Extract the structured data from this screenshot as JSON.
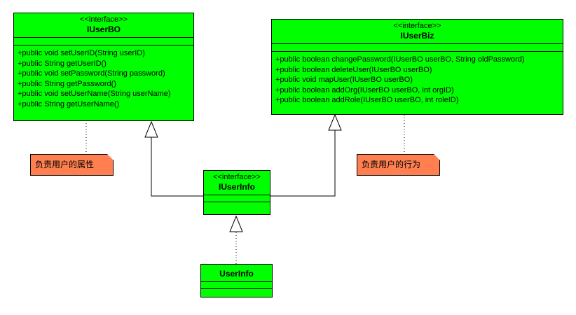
{
  "iuserbo": {
    "stereotype": "<<interface>>",
    "name": "IUserBO",
    "operations": [
      "+public void setUserID(String userID)",
      "+public String getUserID()",
      "+public void setPassword(String password)",
      "+public String getPassword()",
      "+public void setUserName(String userName)",
      "+public String getUserName()"
    ]
  },
  "iuserbiz": {
    "stereotype": "<<interface>>",
    "name": "IUserBiz",
    "operations": [
      "+public boolean changePassword(IUserBO userBO, String oldPassword)",
      "+public boolean deleteUser(IUserBO userBO)",
      "+public void mapUser(IUserBO userBO)",
      "+public boolean addOrg(IUserBO userBO, int orgID)",
      "+public boolean addRole(IUserBO userBO, int roleID)"
    ]
  },
  "iuserinfo": {
    "stereotype": "<<interface>>",
    "name": "IUserInfo"
  },
  "userinfo": {
    "name": "UserInfo"
  },
  "notes": {
    "attributes": "负责用户的属性",
    "behavior": "负责用户的行为"
  },
  "colors": {
    "class_fill": "#00ff00",
    "note_fill": "#ff7f50"
  }
}
